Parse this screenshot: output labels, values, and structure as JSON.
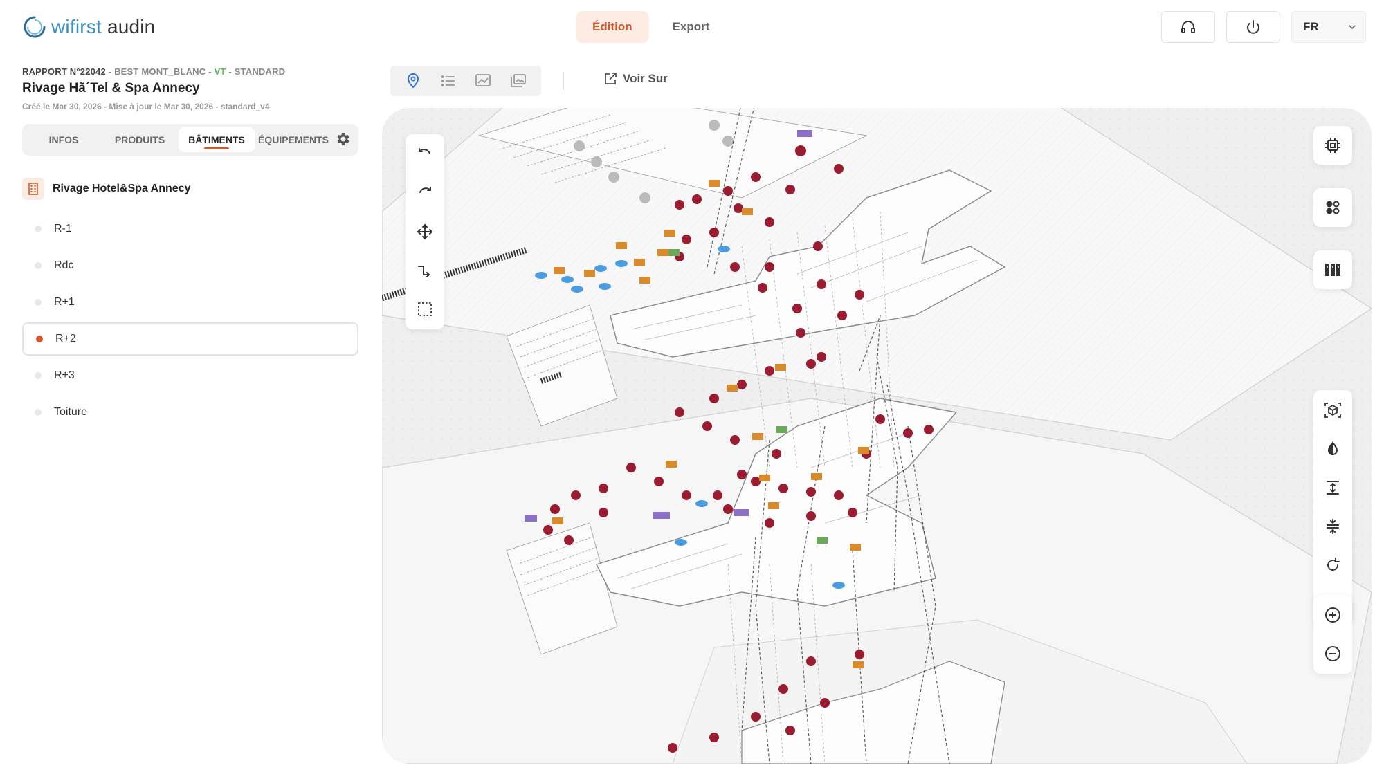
{
  "header": {
    "logo_brand": "wifirst",
    "logo_product": "audin",
    "tabs": [
      {
        "label": "Édition",
        "active": true
      },
      {
        "label": "Export",
        "active": false
      }
    ],
    "language": "FR"
  },
  "report": {
    "number": "RAPPORT N°22042",
    "sep1": " - ",
    "client": "BEST MONT_BLANC",
    "sep2": " - ",
    "type": "VT",
    "sep3": " - ",
    "level": "STANDARD",
    "title": "Rivage Hã´Tel & Spa Annecy",
    "meta": "Créé le Mar 30, 2026 - Mise à jour le Mar 30, 2026 - standard_v4"
  },
  "side_tabs": [
    {
      "label": "INFOS",
      "active": false
    },
    {
      "label": "PRODUITS",
      "active": false
    },
    {
      "label": "BÂTIMENTS",
      "active": true
    },
    {
      "label": "ÉQUIPEMENTS",
      "active": false
    }
  ],
  "building": {
    "name": "Rivage Hotel&Spa Annecy",
    "floors": [
      {
        "label": "R-1",
        "active": false
      },
      {
        "label": "Rdc",
        "active": false
      },
      {
        "label": "R+1",
        "active": false
      },
      {
        "label": "R+2",
        "active": true
      },
      {
        "label": "R+3",
        "active": false
      },
      {
        "label": "Toiture",
        "active": false
      }
    ]
  },
  "view_toolbar": {
    "voir_sur_label": "Voir Sur"
  },
  "colors": {
    "accent": "#d8572a",
    "accent_bg": "#fdece4",
    "brand_blue": "#3a8fc2",
    "ap_marker": "#9b1b30",
    "orange_equipment": "#d98a2b",
    "blue_equipment": "#4a9be0",
    "purple_equipment": "#8a6fc4",
    "green_equipment": "#6aa85a"
  }
}
